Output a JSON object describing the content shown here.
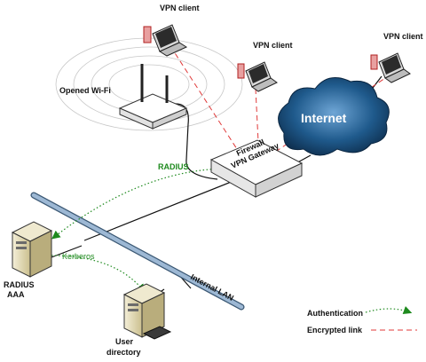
{
  "labels": {
    "vpn_client_top": "VPN client",
    "vpn_client_mid": "VPN client",
    "vpn_client_right": "VPN client",
    "wifi": "Opened Wi-Fi",
    "internet": "Internet",
    "gateway_line1": "Firewall",
    "gateway_line2": "VPN Gateway",
    "radius_link": "RADIUS",
    "radius_server_line1": "RADIUS",
    "radius_server_line2": "AAA",
    "kerberos": "Kerberos",
    "lan": "Internal LAN",
    "user_dir_line1": "User",
    "user_dir_line2": "directory"
  },
  "legend": {
    "authentication": "Authentication",
    "encrypted": "Encrypted link"
  },
  "colors": {
    "auth_green": "#1e8a1e",
    "encrypted_red": "#e03a3a",
    "lan_bar": "#9db8d4",
    "cloud": "#1a4f7a"
  },
  "icons": {
    "laptop": "laptop-icon",
    "router": "wifi-router-icon",
    "server": "server-icon",
    "cloud": "cloud-icon",
    "gateway": "firewall-gateway-icon"
  }
}
